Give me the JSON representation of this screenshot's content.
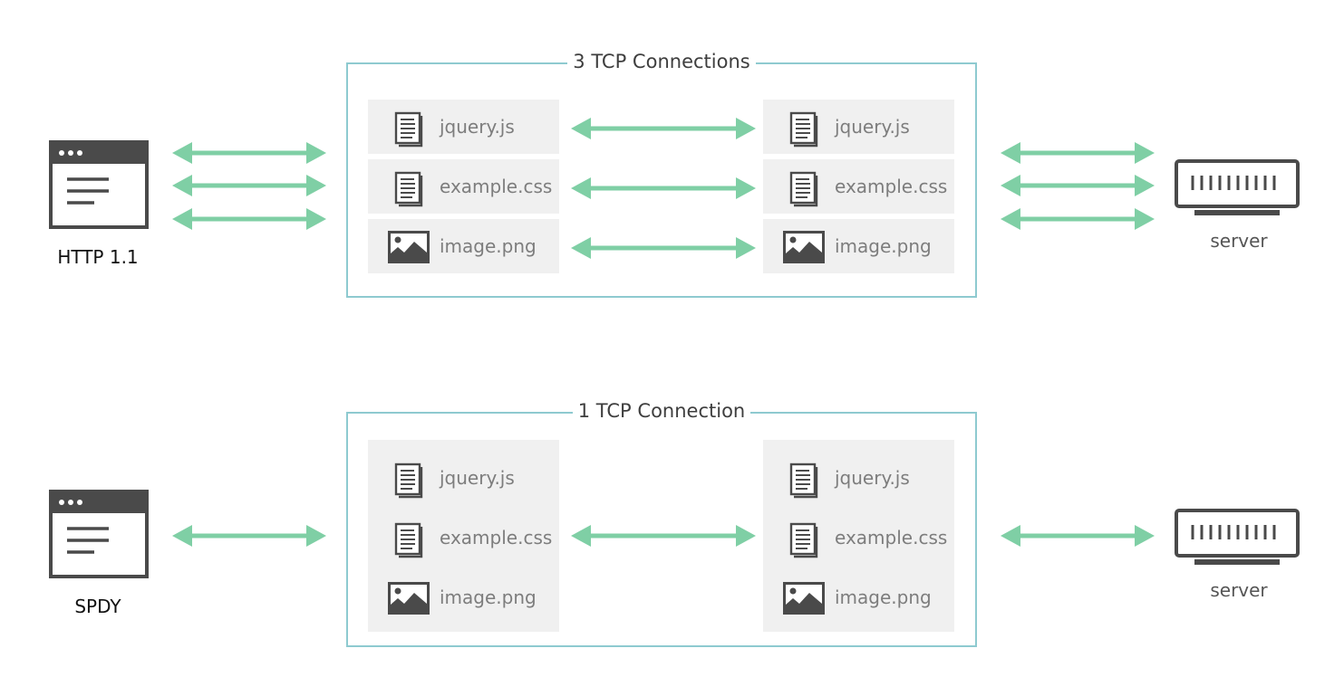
{
  "colors": {
    "arrow": "#7fcfa5",
    "frame": "#8ecad0",
    "tile": "#f0f0f0",
    "icon": "#4a4a4a"
  },
  "http11": {
    "client_label": "HTTP 1.1",
    "connection_title": "3 TCP Connections",
    "files_left": [
      {
        "name": "jquery.js",
        "icon": "document-icon"
      },
      {
        "name": "example.css",
        "icon": "document-icon"
      },
      {
        "name": "image.png",
        "icon": "image-icon"
      }
    ],
    "files_right": [
      {
        "name": "jquery.js",
        "icon": "document-icon"
      },
      {
        "name": "example.css",
        "icon": "document-icon"
      },
      {
        "name": "image.png",
        "icon": "image-icon"
      }
    ],
    "server_label": "server"
  },
  "spdy": {
    "client_label": "SPDY",
    "connection_title": "1 TCP Connection",
    "files_left": [
      {
        "name": "jquery.js",
        "icon": "document-icon"
      },
      {
        "name": "example.css",
        "icon": "document-icon"
      },
      {
        "name": "image.png",
        "icon": "image-icon"
      }
    ],
    "files_right": [
      {
        "name": "jquery.js",
        "icon": "document-icon"
      },
      {
        "name": "example.css",
        "icon": "document-icon"
      },
      {
        "name": "image.png",
        "icon": "image-icon"
      }
    ],
    "server_label": "server"
  }
}
